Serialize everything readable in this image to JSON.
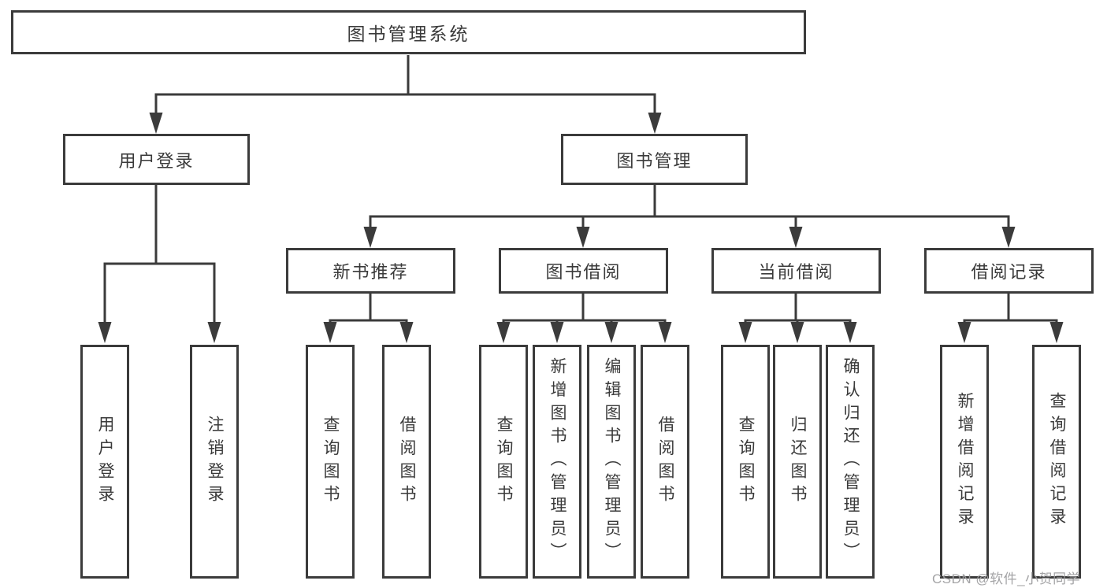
{
  "diagram_title": "图书管理系统",
  "nodes": {
    "root": "图书管理系统",
    "user_login": "用户登录",
    "book_mgmt": "图书管理",
    "new_books": "新书推荐",
    "book_borrow": "图书借阅",
    "current_borrow": "当前借阅",
    "borrow_records": "借阅记录"
  },
  "leaves": [
    {
      "parent": "用户登录",
      "label": "用户登录"
    },
    {
      "parent": "用户登录",
      "label": "注销登录"
    },
    {
      "parent": "新书推荐",
      "label": "查询图书"
    },
    {
      "parent": "新书推荐",
      "label": "借阅图书"
    },
    {
      "parent": "图书借阅",
      "label": "查询图书"
    },
    {
      "parent": "图书借阅",
      "label": "新增图书（管理员）"
    },
    {
      "parent": "图书借阅",
      "label": "编辑图书（管理员）"
    },
    {
      "parent": "图书借阅",
      "label": "借阅图书"
    },
    {
      "parent": "当前借阅",
      "label": "查询图书"
    },
    {
      "parent": "当前借阅",
      "label": "归还图书"
    },
    {
      "parent": "当前借阅",
      "label": "确认归还（管理员）"
    },
    {
      "parent": "借阅记录",
      "label": "新增借阅记录"
    },
    {
      "parent": "借阅记录",
      "label": "查询借阅记录"
    }
  ],
  "watermark": "CSDN @软件_小贺同学",
  "colors": {
    "line": "#3b3b3b",
    "text": "#3a3a3a",
    "box_background": "#ffffff",
    "page_background": "#ffffff",
    "watermark": "#9e9ea0"
  }
}
